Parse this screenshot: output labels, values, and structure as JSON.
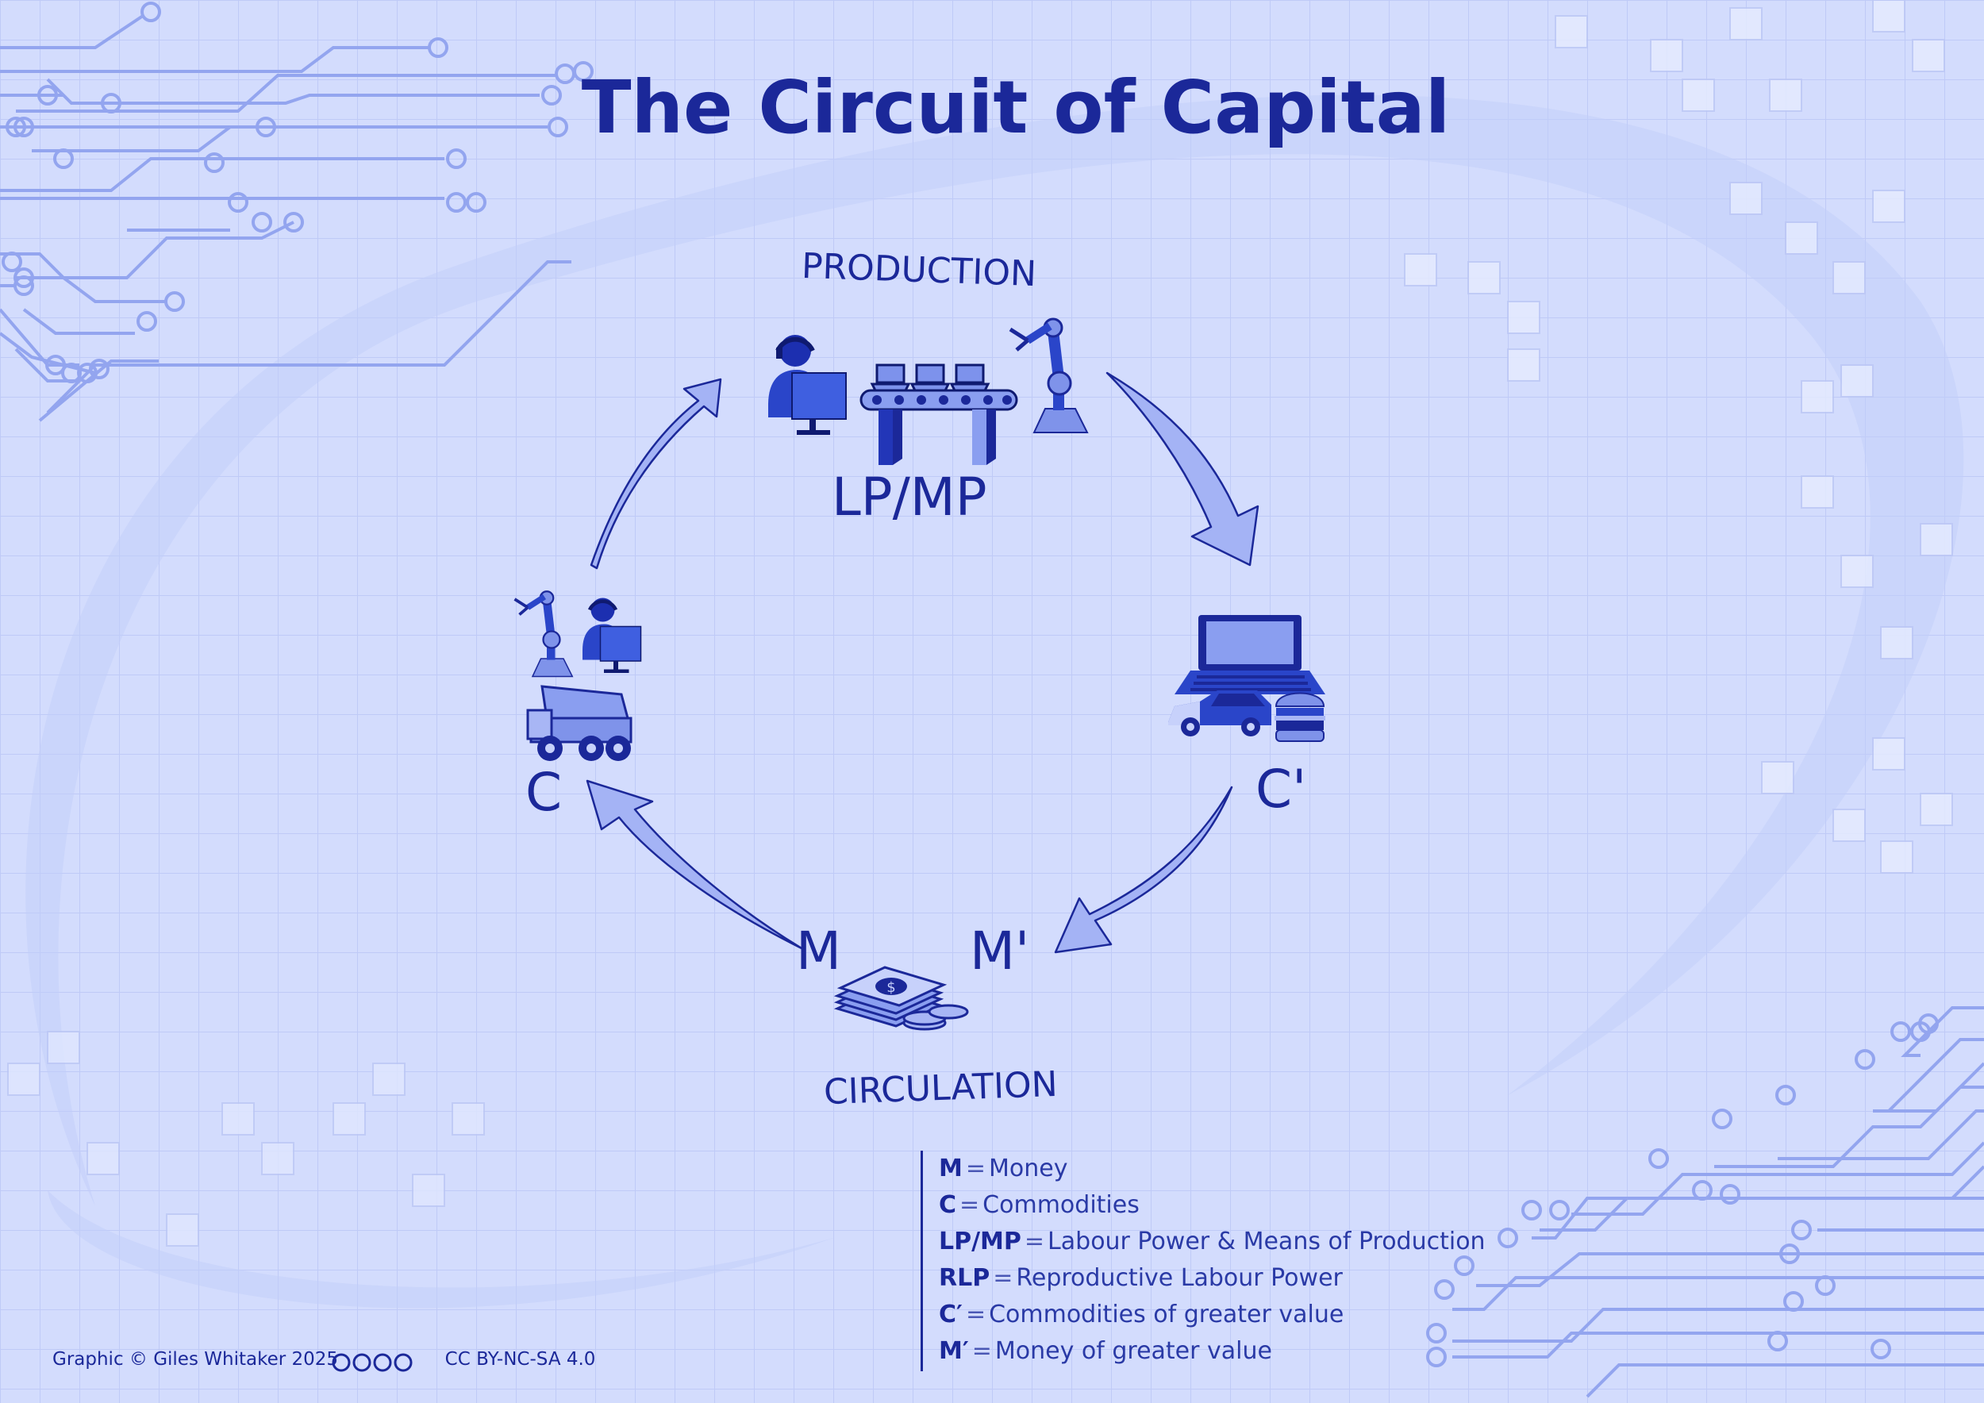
{
  "title": "The Circuit of Capital",
  "nodes": {
    "production_label": "PRODUCTION",
    "lpmp": "LP/MP",
    "c_prime": "C'",
    "m_prime": "M'",
    "m": "M",
    "c": "C",
    "circulation_label": "CIRCULATION"
  },
  "legend": [
    {
      "key": "M",
      "eq": "=",
      "text": "Money"
    },
    {
      "key": "C",
      "eq": "=",
      "text": "Commodities"
    },
    {
      "key": "LP/MP",
      "eq": "=",
      "text": "Labour Power & Means of Production"
    },
    {
      "key": "RLP",
      "eq": "=",
      "text": "Reproductive Labour Power"
    },
    {
      "key": "C′",
      "eq": "=",
      "text": "Commodities of greater value"
    },
    {
      "key": "M′",
      "eq": "=",
      "text": "Money of greater value"
    }
  ],
  "credit": {
    "text": "Graphic © Giles Whitaker 2025",
    "license": "CC BY-NC-SA 4.0"
  },
  "icons": {
    "production": [
      "worker-at-computer-icon",
      "conveyor-belt-icon",
      "robot-arm-icon"
    ],
    "c": [
      "robot-arm-icon",
      "worker-at-computer-icon",
      "dump-truck-icon"
    ],
    "c_prime": [
      "laptop-icon",
      "car-icon",
      "burger-icon"
    ],
    "money": [
      "banknotes-and-coins-icon"
    ]
  },
  "colors": {
    "background": "#d3dcfd",
    "text": "#1b2899",
    "arrow_fill": "#a4b3f5",
    "circuit": "#93a5ef"
  }
}
